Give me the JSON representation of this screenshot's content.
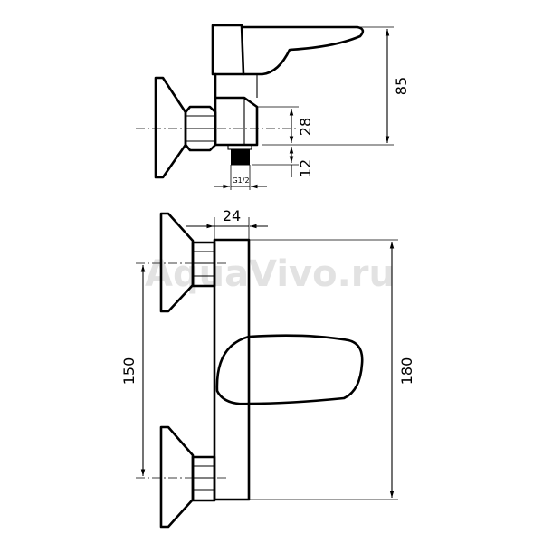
{
  "watermark": "AquaVivo.ru",
  "top_view": {
    "dimensions": {
      "height_total": "85",
      "height_mid": "28",
      "height_low": "12",
      "thread_label": "G1/2"
    }
  },
  "front_view": {
    "dimensions": {
      "width_body": "24",
      "center_distance": "150",
      "height_total": "180"
    }
  }
}
